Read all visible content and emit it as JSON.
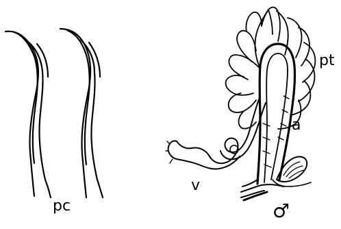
{
  "labels": {
    "pc": "pc",
    "pt": "pt",
    "a": "a",
    "v": "v",
    "male": "♂"
  },
  "colors": {
    "ink": "#000000",
    "paper": "#ffffff"
  }
}
